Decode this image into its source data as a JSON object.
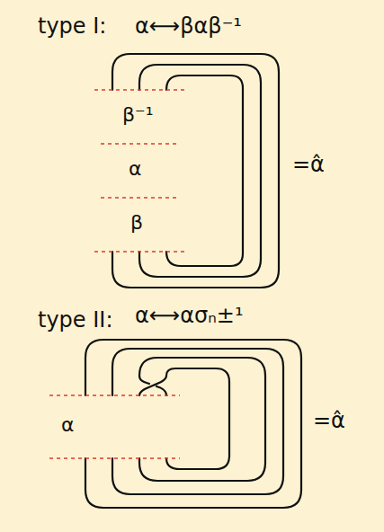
{
  "diagram": {
    "labels": [
      "type I:",
      "α⟷βαβ⁻¹",
      "β⁻¹",
      "α",
      "=α̂",
      "β",
      "type II:",
      "α⟷ασₙ±¹",
      "α",
      "=α̂"
    ]
  }
}
